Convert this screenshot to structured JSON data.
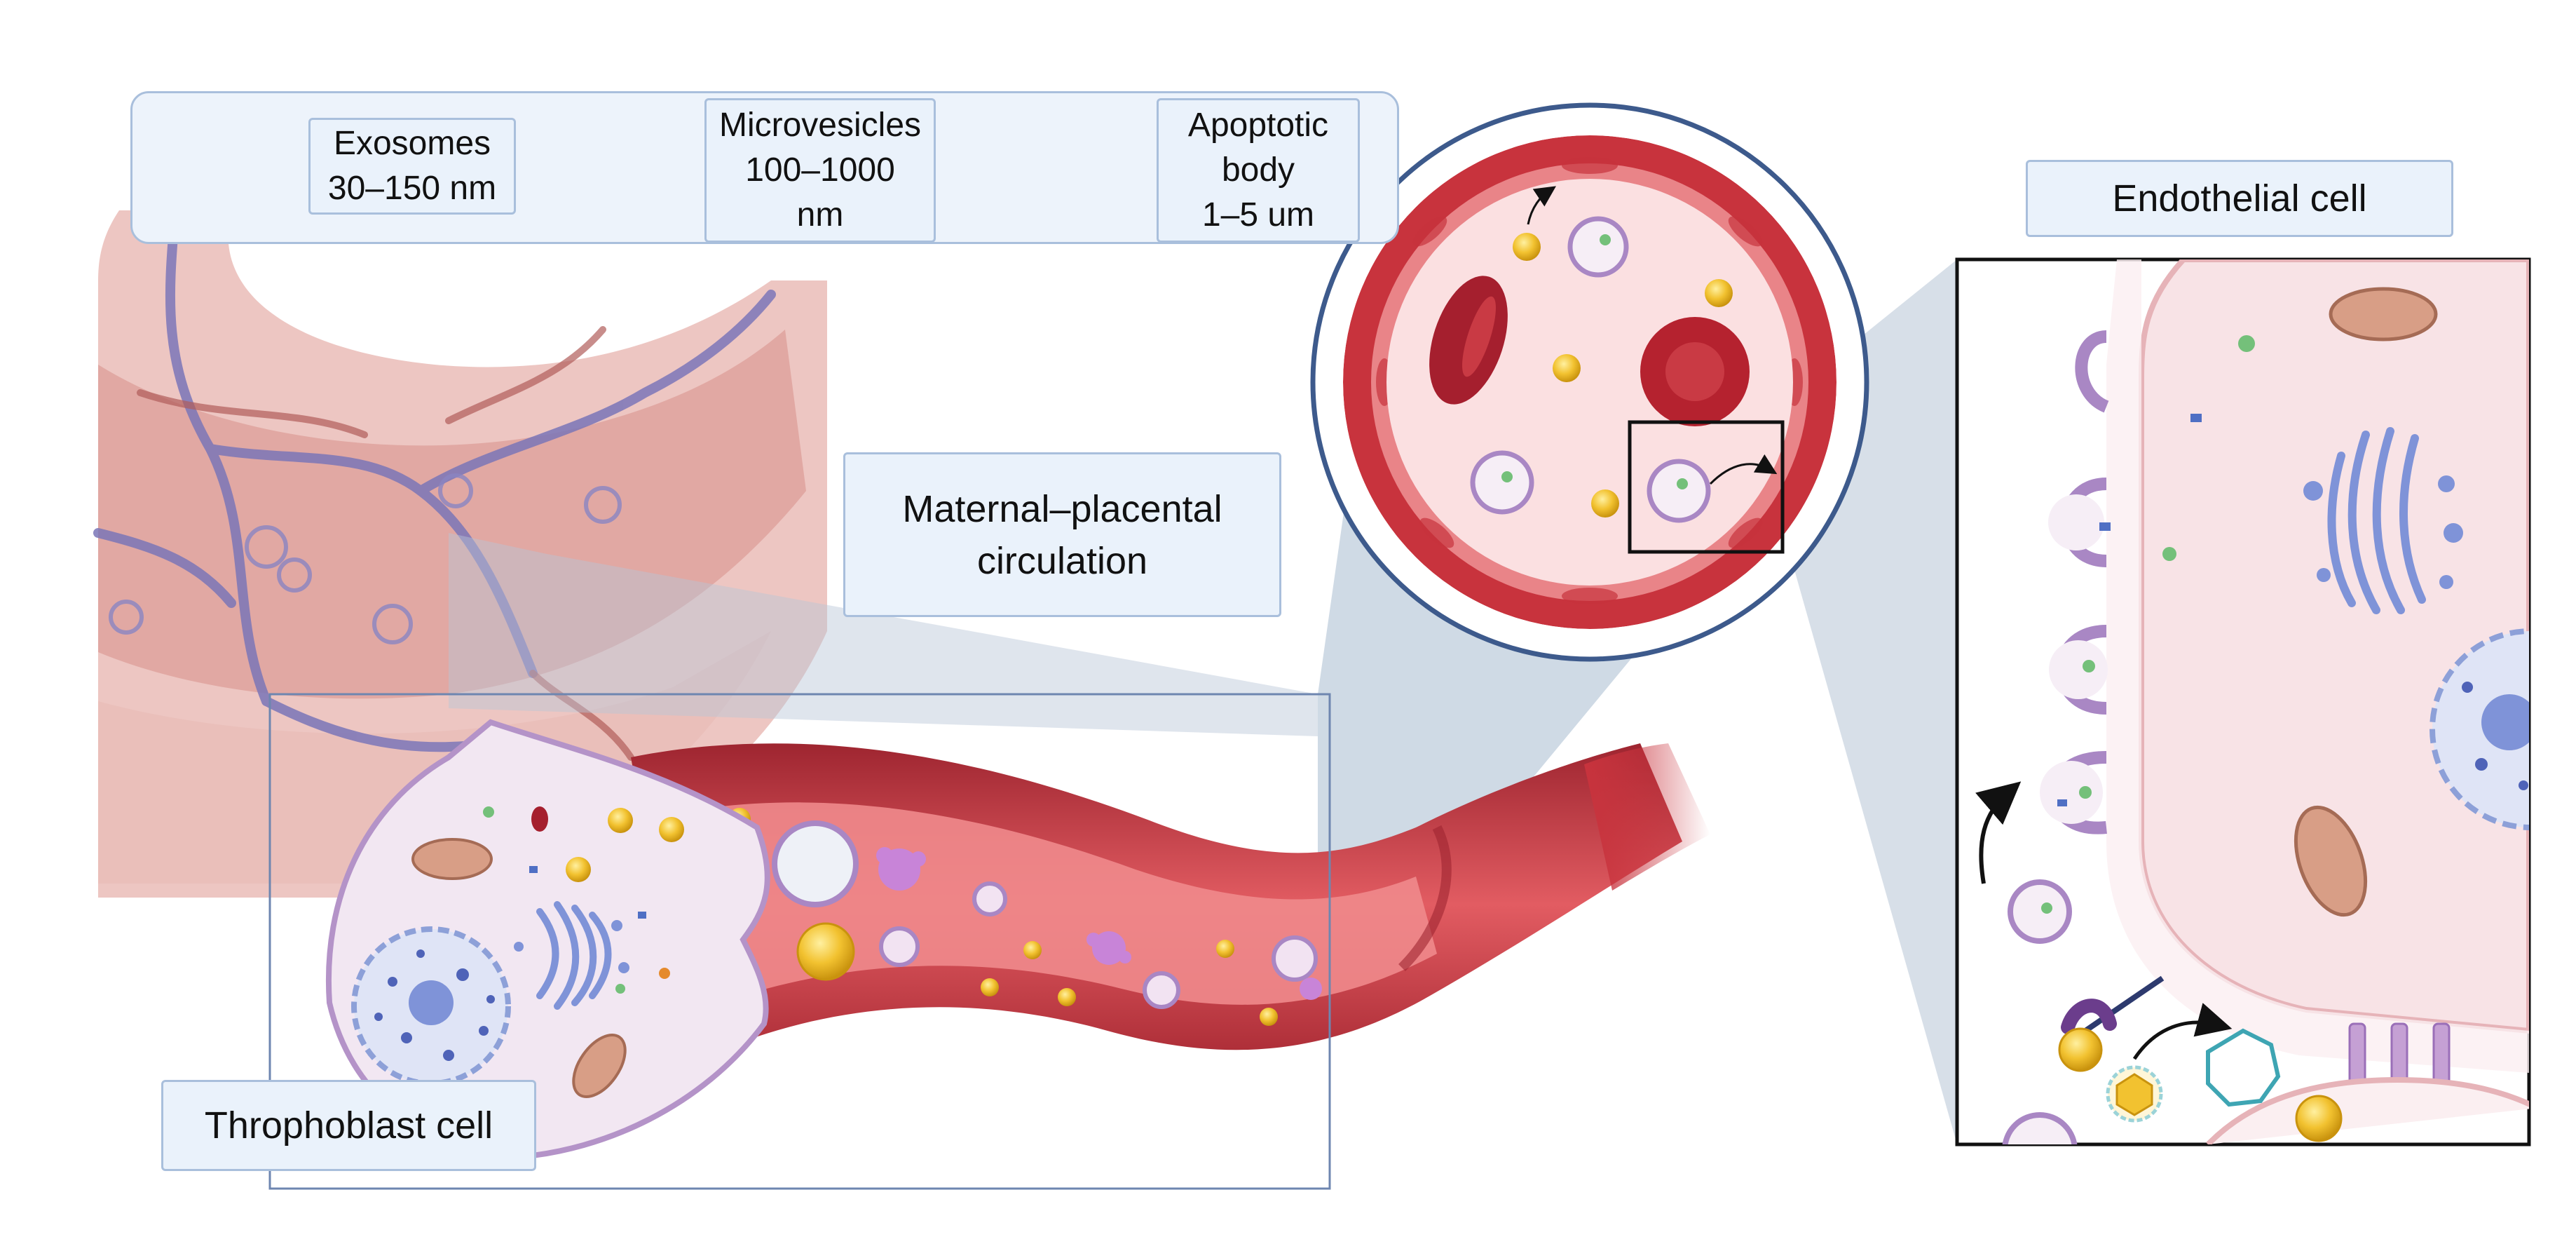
{
  "legend": {
    "exosomes": {
      "name": "Exosomes",
      "size": "30–150 nm"
    },
    "microvesicles": {
      "name": "Microvesicles",
      "size_line1": "100–1000",
      "size_line2": "nm"
    },
    "apoptotic": {
      "name_line1": "Apoptotic",
      "name_line2": "body",
      "size": "1–5 um"
    }
  },
  "labels": {
    "circulation_line1": "Maternal–placental",
    "circulation_line2": "circulation",
    "trophoblast": "Throphoblast cell",
    "endothelial": "Endothelial cell"
  },
  "colors": {
    "vessel_red": "#c8333d",
    "vessel_light": "#e9868a",
    "exosome_purple": "#a987c4",
    "microvesicle_gold": "#f2c230",
    "apoptotic_purple": "#a45fb8",
    "label_fill": "#eaf2fb",
    "label_border": "#a9bfdc",
    "organelle_blue": "#7f93d8"
  }
}
